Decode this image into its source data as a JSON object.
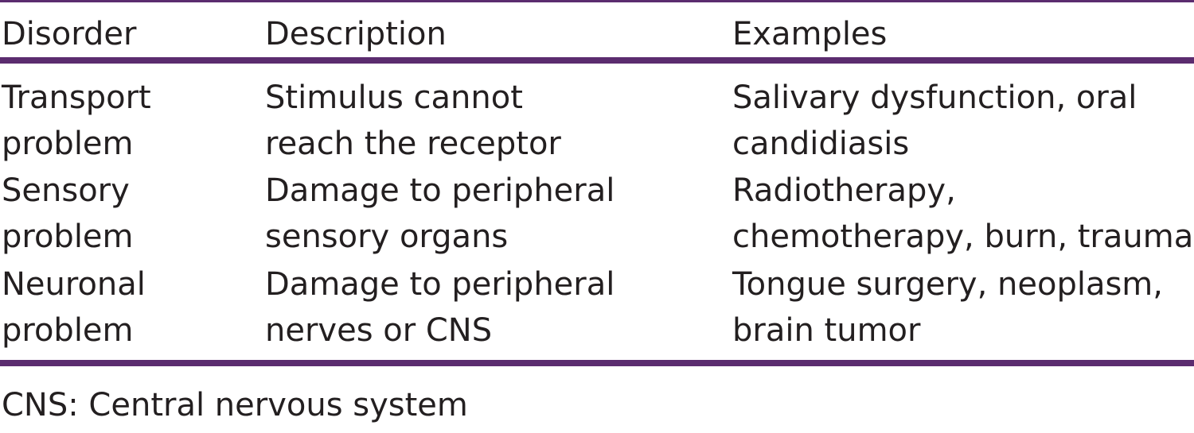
{
  "table": {
    "headers": [
      "Disorder",
      "Description",
      "Examples"
    ],
    "rows": [
      {
        "disorder": [
          "Transport",
          "problem"
        ],
        "description": [
          "Stimulus cannot",
          "reach the receptor"
        ],
        "examples": [
          "Salivary dysfunction, oral",
          "candidiasis"
        ]
      },
      {
        "disorder": [
          "Sensory",
          "problem"
        ],
        "description": [
          "Damage to peripheral",
          "sensory organs"
        ],
        "examples": [
          "Radiotherapy,",
          "chemotherapy, burn, trauma"
        ]
      },
      {
        "disorder": [
          "Neuronal",
          "problem"
        ],
        "description": [
          "Damage to peripheral",
          "nerves or CNS"
        ],
        "examples": [
          "Tongue surgery, neoplasm,",
          "brain tumor"
        ]
      }
    ]
  },
  "footnote": "CNS: Central nervous system",
  "colors": {
    "rule": "#5b2c6f",
    "text": "#231f20"
  }
}
